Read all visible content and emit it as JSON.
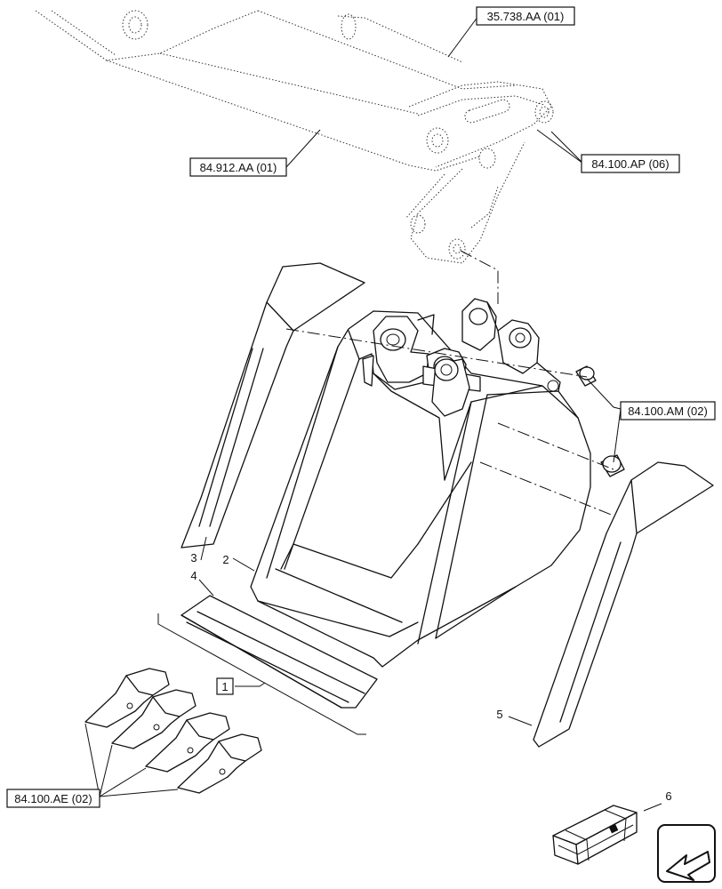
{
  "references": {
    "r1": "35.738.AA (01)",
    "r2": "84.912.AA (01)",
    "r3": "84.100.AP (06)",
    "r4": "84.100.AM (02)",
    "r5": "84.100.AE (02)"
  },
  "items": {
    "i1": "1",
    "i2": "2",
    "i3": "3",
    "i4": "4",
    "i5": "5",
    "i6": "6"
  },
  "icons": {
    "kit_box": "kit-box-icon",
    "navigation": "back-arrow-icon"
  }
}
